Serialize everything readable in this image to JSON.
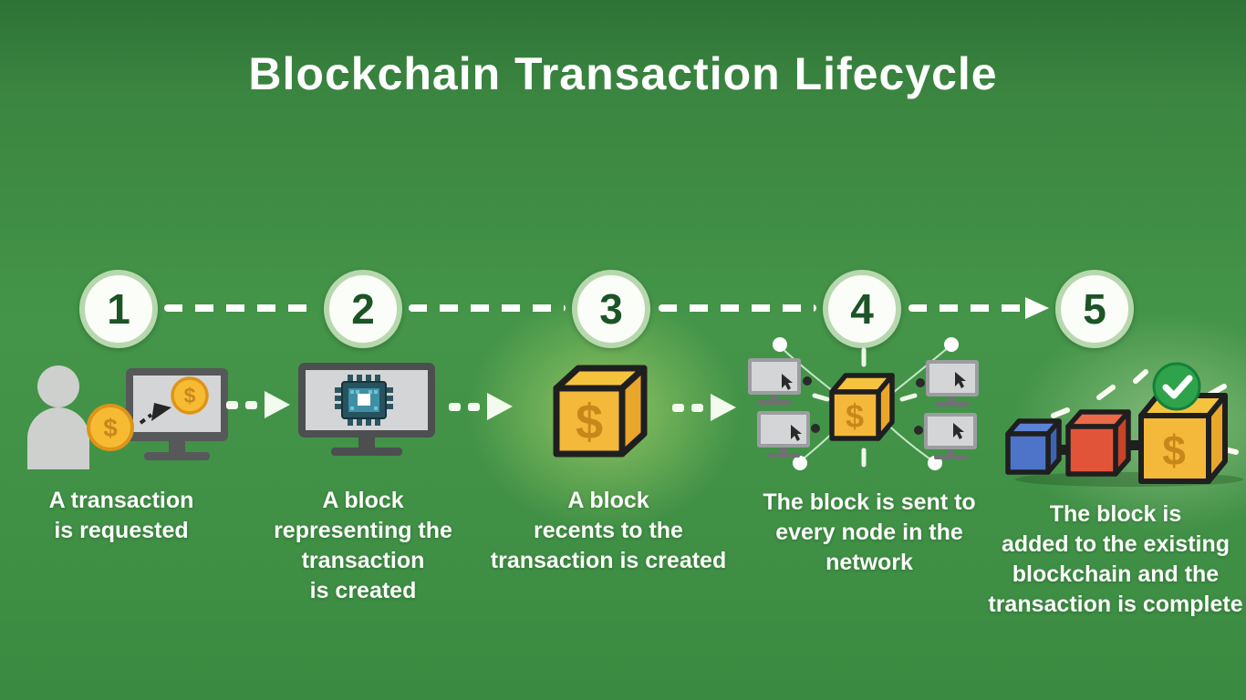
{
  "title": "Blockchain Transaction Lifecycle",
  "icons": {
    "dollar": "$"
  },
  "colors": {
    "bg_green_mid": "#449549",
    "circle_ring": "#b7d8ae",
    "number_color": "#1c5426",
    "coin_gold": "#f6bb33",
    "cube_yellow": "#f4b93a",
    "cube_blue": "#4d74c9",
    "cube_red": "#e2543a",
    "check_green": "#2fa24c",
    "caption_color": "#fdfdfb"
  },
  "steps": [
    {
      "number": "1",
      "icon": "person-requests-transaction",
      "caption": "A transaction\nis requested"
    },
    {
      "number": "2",
      "icon": "computer-creates-block",
      "caption": "A block\nrepresenting the\ntransaction\nis created"
    },
    {
      "number": "3",
      "icon": "block-cube-dollar",
      "caption": "A block\nrecents to the\ntransaction is created"
    },
    {
      "number": "4",
      "icon": "network-broadcast",
      "caption": "The block is sent to\nevery node in the\nnetwork"
    },
    {
      "number": "5",
      "icon": "blockchain-complete",
      "caption": "The block is\nadded to the existing\nblockchain and the\ntransaction is complete"
    }
  ]
}
